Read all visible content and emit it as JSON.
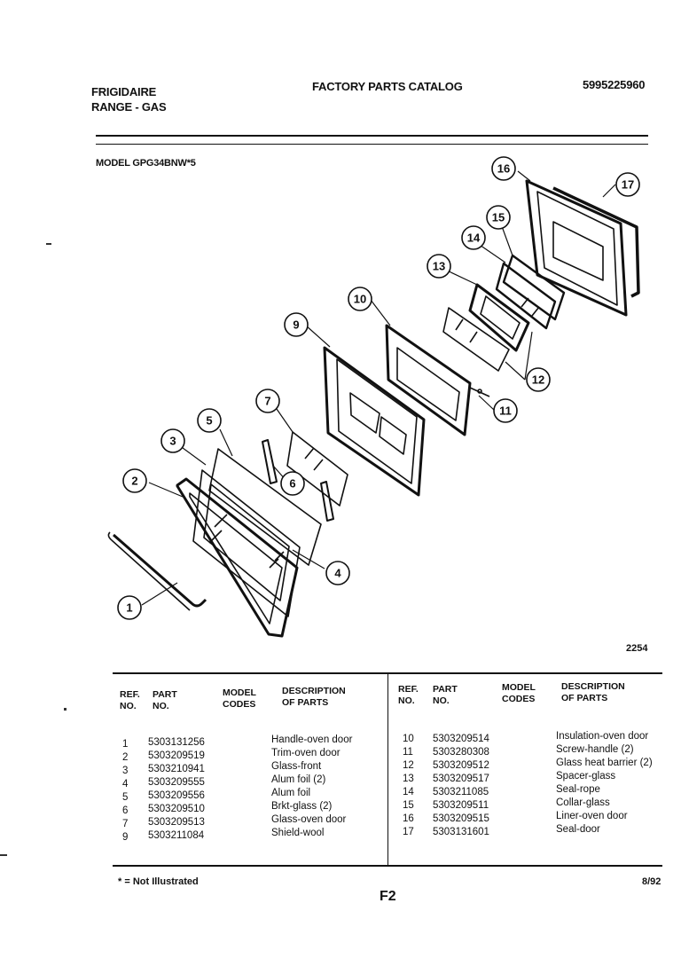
{
  "header": {
    "brand": "FRIGIDAIRE",
    "product": "RANGE - GAS",
    "catalog_title": "FACTORY PARTS CATALOG",
    "catalog_number": "5995225960",
    "model": "MODEL GPG34BNW*5"
  },
  "diagram": {
    "callouts": [
      "1",
      "2",
      "3",
      "4",
      "5",
      "6",
      "7",
      "9",
      "10",
      "11",
      "12",
      "13",
      "14",
      "15",
      "16",
      "17"
    ],
    "figure_number": "2254"
  },
  "table": {
    "headers": {
      "ref": "REF.",
      "ref2": "NO.",
      "part": "PART",
      "part2": "NO.",
      "model": "MODEL",
      "model2": "CODES",
      "desc": "DESCRIPTION",
      "desc2": "OF PARTS"
    },
    "left": [
      {
        "ref": "1",
        "part": "5303131256",
        "desc": "Handle-oven door"
      },
      {
        "ref": "2",
        "part": "5303209519",
        "desc": "Trim-oven door"
      },
      {
        "ref": "3",
        "part": "5303210941",
        "desc": "Glass-front"
      },
      {
        "ref": "4",
        "part": "5303209555",
        "desc": "Alum foil (2)"
      },
      {
        "ref": "5",
        "part": "5303209556",
        "desc": "Alum foil"
      },
      {
        "ref": "6",
        "part": "5303209510",
        "desc": "Brkt-glass (2)"
      },
      {
        "ref": "7",
        "part": "5303209513",
        "desc": "Glass-oven door"
      },
      {
        "ref": "9",
        "part": "5303211084",
        "desc": "Shield-wool"
      }
    ],
    "right": [
      {
        "ref": "10",
        "part": "5303209514",
        "desc": "Insulation-oven door"
      },
      {
        "ref": "11",
        "part": "5303280308",
        "desc": "Screw-handle (2)"
      },
      {
        "ref": "12",
        "part": "5303209512",
        "desc": "Glass heat barrier (2)"
      },
      {
        "ref": "13",
        "part": "5303209517",
        "desc": "Spacer-glass"
      },
      {
        "ref": "14",
        "part": "5303211085",
        "desc": "Seal-rope"
      },
      {
        "ref": "15",
        "part": "5303209511",
        "desc": "Collar-glass"
      },
      {
        "ref": "16",
        "part": "5303209515",
        "desc": "Liner-oven door"
      },
      {
        "ref": "17",
        "part": "5303131601",
        "desc": "Seal-door"
      }
    ]
  },
  "footer": {
    "note": "* = Not Illustrated",
    "page": "F2",
    "date": "8/92"
  }
}
